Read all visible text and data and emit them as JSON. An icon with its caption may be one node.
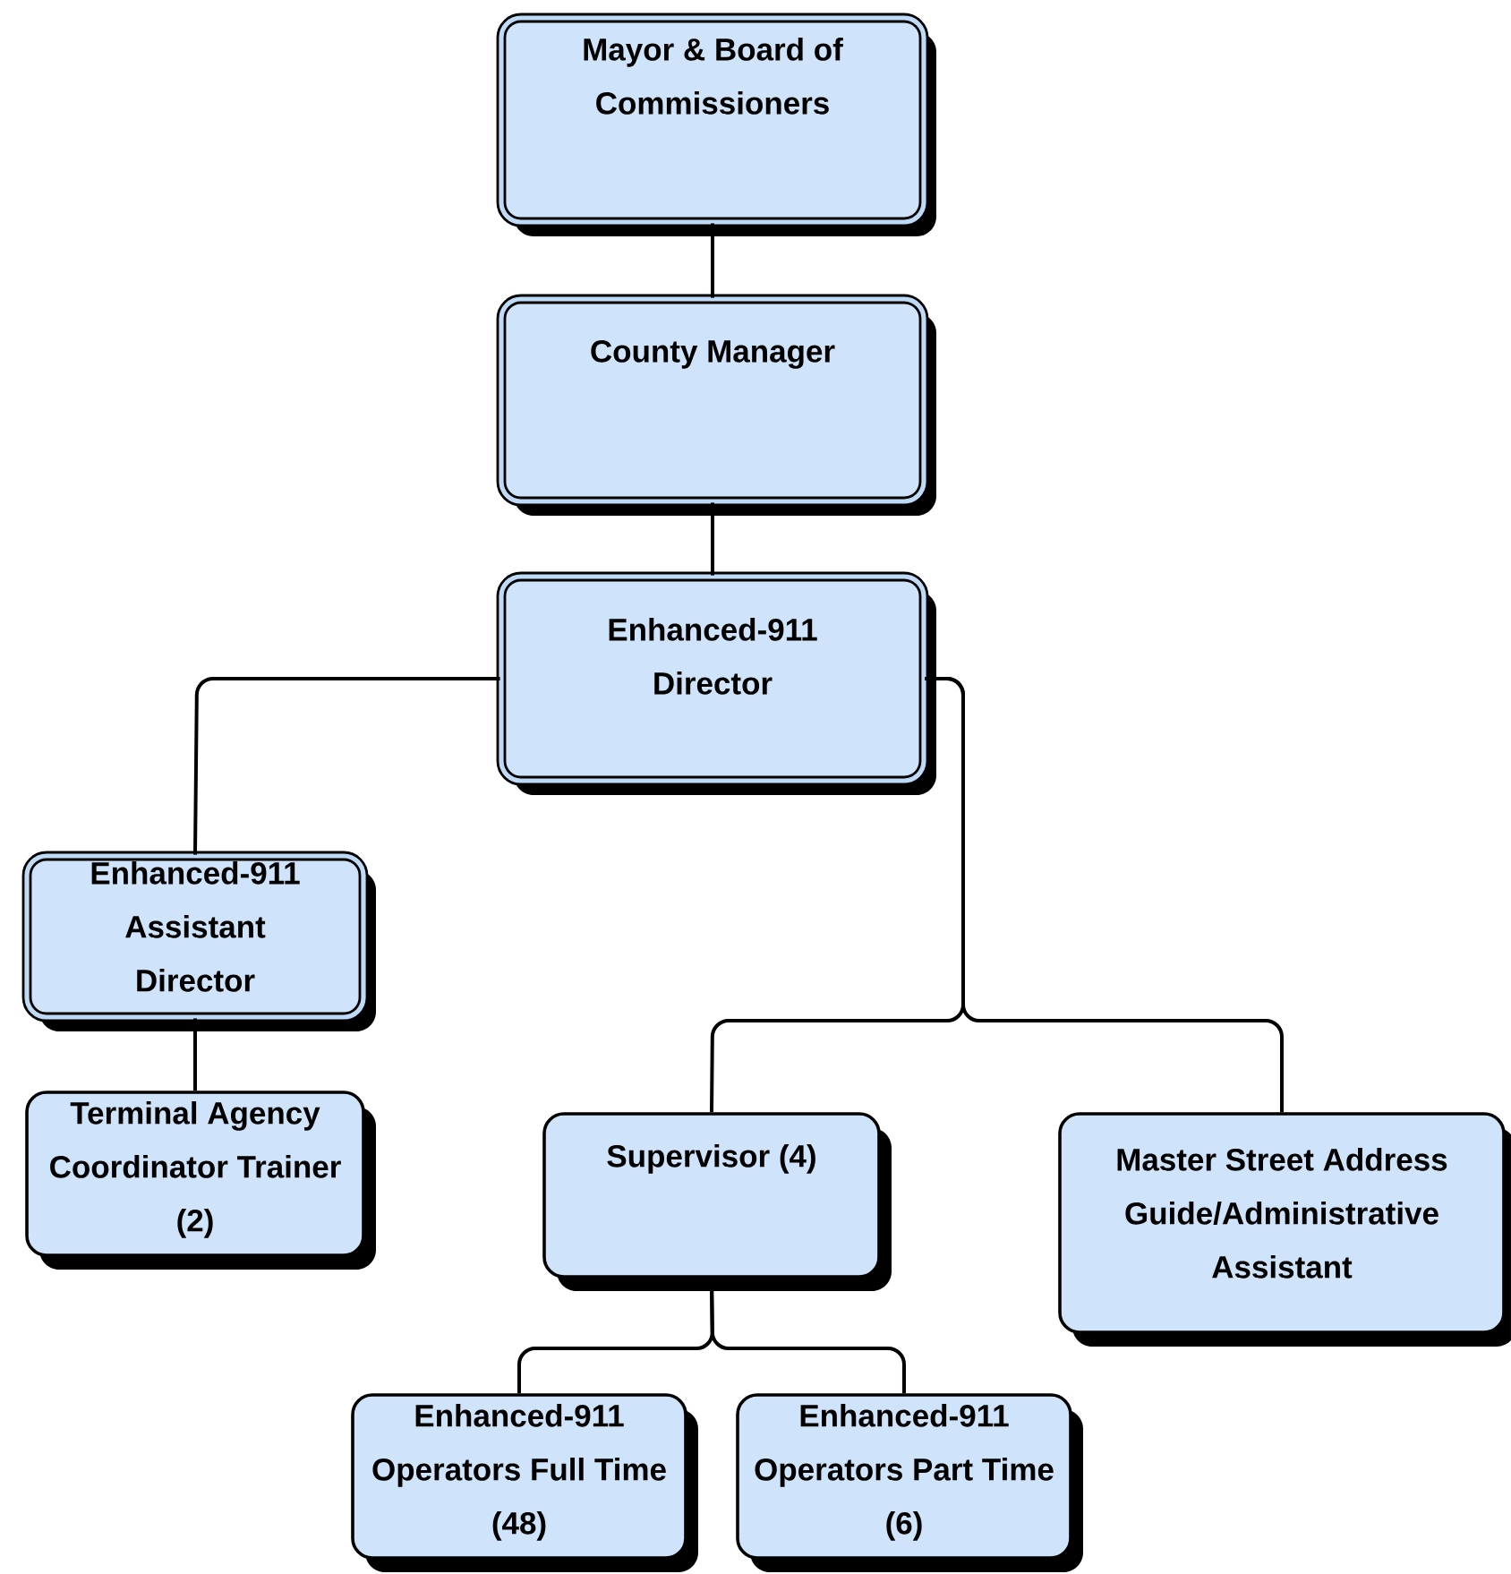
{
  "diagram": {
    "nodes": [
      {
        "text": [
          "Mayor & Board of Commissioners"
        ]
      },
      {
        "text": [
          "County Manager"
        ]
      },
      {
        "text": [
          "Enhanced-911 Director"
        ]
      },
      {
        "text": [
          "Enhanced-911 Assistant Director"
        ]
      },
      {
        "text": [
          "Terminal Agency Coordinator Trainer (2)"
        ]
      },
      {
        "text": [
          "Supervisor (4)"
        ]
      },
      {
        "text": [
          "Master Street Address Guide/Administrative Assistant"
        ]
      },
      {
        "text": [
          "Enhanced-911 Operators Full Time (48)"
        ]
      },
      {
        "text": [
          "Enhanced-911 Operators Part Time (6)"
        ]
      }
    ],
    "edges": [
      {
        "from": 0,
        "to": 1,
        "arrow": "none"
      },
      {
        "from": 1,
        "to": 2,
        "arrow": "none"
      },
      {
        "from": 2,
        "to": 3,
        "arrow": "none"
      },
      {
        "from": 2,
        "to": 5,
        "arrow": "none"
      },
      {
        "from": 2,
        "to": 6,
        "arrow": "none"
      },
      {
        "from": 3,
        "to": 4,
        "arrow": "none"
      },
      {
        "from": 5,
        "to": 7,
        "arrow": "none"
      },
      {
        "from": 5,
        "to": 8,
        "arrow": "none"
      }
    ]
  }
}
